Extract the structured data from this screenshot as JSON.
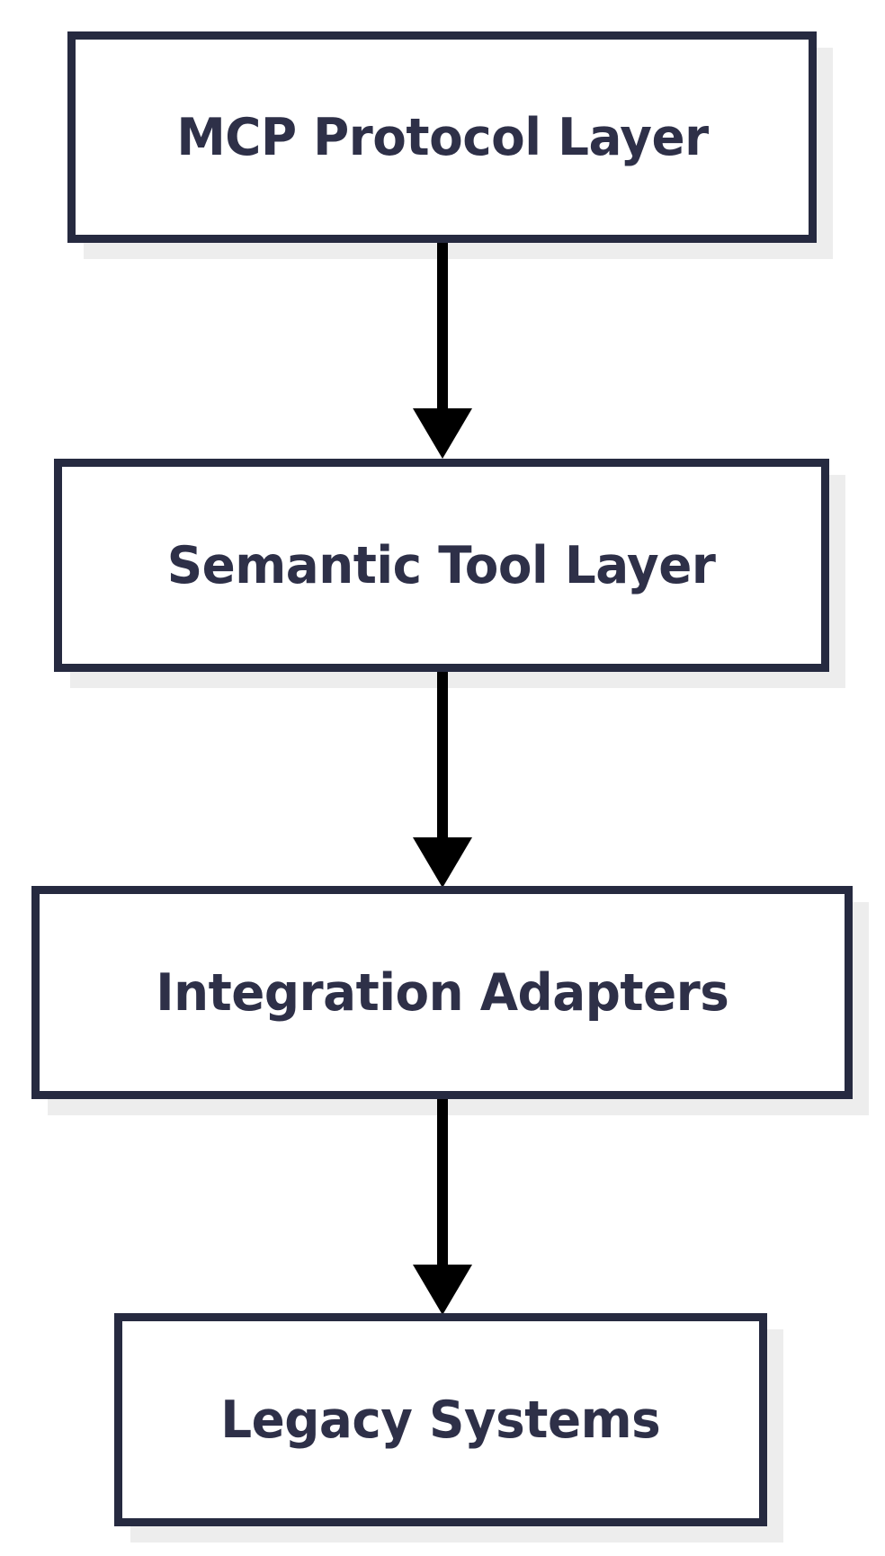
{
  "diagram": {
    "type": "flowchart",
    "direction": "top-to-bottom",
    "nodes": [
      {
        "id": "mcp-protocol-layer",
        "label": "MCP Protocol Layer"
      },
      {
        "id": "semantic-tool-layer",
        "label": "Semantic Tool Layer"
      },
      {
        "id": "integration-adapters",
        "label": "Integration Adapters"
      },
      {
        "id": "legacy-systems",
        "label": "Legacy Systems"
      }
    ],
    "edges": [
      {
        "from": "mcp-protocol-layer",
        "to": "semantic-tool-layer",
        "style": "arrow-down"
      },
      {
        "from": "semantic-tool-layer",
        "to": "integration-adapters",
        "style": "arrow-down"
      },
      {
        "from": "integration-adapters",
        "to": "legacy-systems",
        "style": "arrow-down"
      }
    ],
    "colors": {
      "background": "#ffffff",
      "box_fill": "#ffffff",
      "box_border": "#262a40",
      "label_text": "#2e3048",
      "arrow": "#000000",
      "shadow": "#ededed"
    }
  }
}
